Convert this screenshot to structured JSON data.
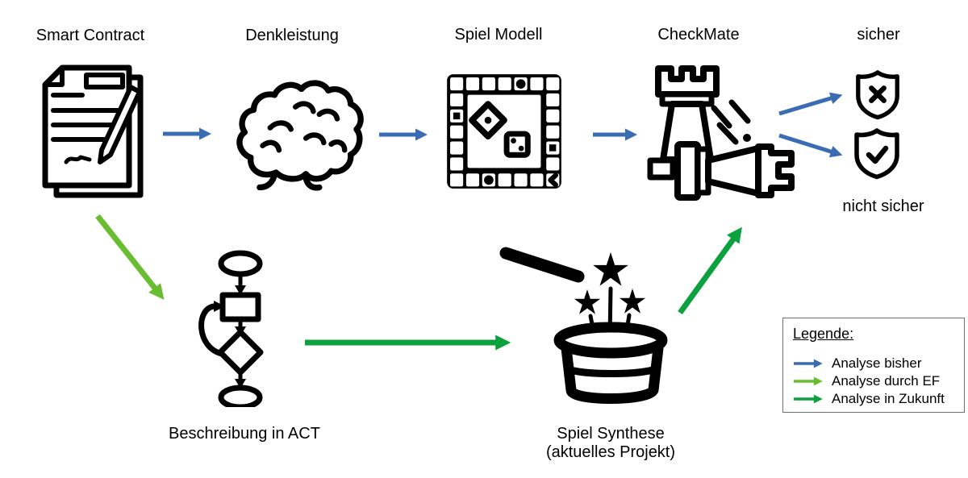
{
  "nodes": {
    "smart_contract": "Smart Contract",
    "denkleistung": "Denkleistung",
    "spiel_modell": "Spiel Modell",
    "checkmate": "CheckMate",
    "sicher": "sicher",
    "nicht_sicher": "nicht sicher",
    "beschreibung_act": "Beschreibung in ACT",
    "spiel_synthese_line1": "Spiel Synthese",
    "spiel_synthese_line2": "(aktuelles Projekt)"
  },
  "icons": {
    "smart_contract": "contract-document-icon",
    "denkleistung": "brain-icon",
    "spiel_modell": "board-game-icon",
    "checkmate": "chess-checkmate-icon",
    "sicher": "shield-x-icon",
    "nicht_sicher": "shield-check-icon",
    "beschreibung_act": "flowchart-icon",
    "spiel_synthese": "magic-hat-icon"
  },
  "arrows": [
    {
      "from": "smart_contract",
      "to": "denkleistung",
      "style": "blue"
    },
    {
      "from": "denkleistung",
      "to": "spiel_modell",
      "style": "blue"
    },
    {
      "from": "spiel_modell",
      "to": "checkmate",
      "style": "blue"
    },
    {
      "from": "checkmate",
      "to": "sicher",
      "style": "blue"
    },
    {
      "from": "checkmate",
      "to": "nicht_sicher",
      "style": "blue"
    },
    {
      "from": "smart_contract",
      "to": "beschreibung_act",
      "style": "light_green"
    },
    {
      "from": "beschreibung_act",
      "to": "spiel_synthese",
      "style": "dark_green"
    },
    {
      "from": "spiel_synthese",
      "to": "checkmate",
      "style": "dark_green"
    }
  ],
  "legend": {
    "title": "Legende:",
    "items": [
      {
        "label": "Analyse bisher",
        "color": "#3a6cb3",
        "style": "blue"
      },
      {
        "label": "Analyse durch EF",
        "color": "#68bd31",
        "style": "light_green"
      },
      {
        "label": "Analyse in Zukunft",
        "color": "#0ba13e",
        "style": "dark_green"
      }
    ]
  },
  "colors": {
    "arrow_blue": "#3a6cb3",
    "arrow_light_green": "#68bd31",
    "arrow_dark_green": "#0ba13e",
    "line_black": "#000000",
    "legend_border": "#6e6e6e",
    "background": "#ffffff"
  }
}
